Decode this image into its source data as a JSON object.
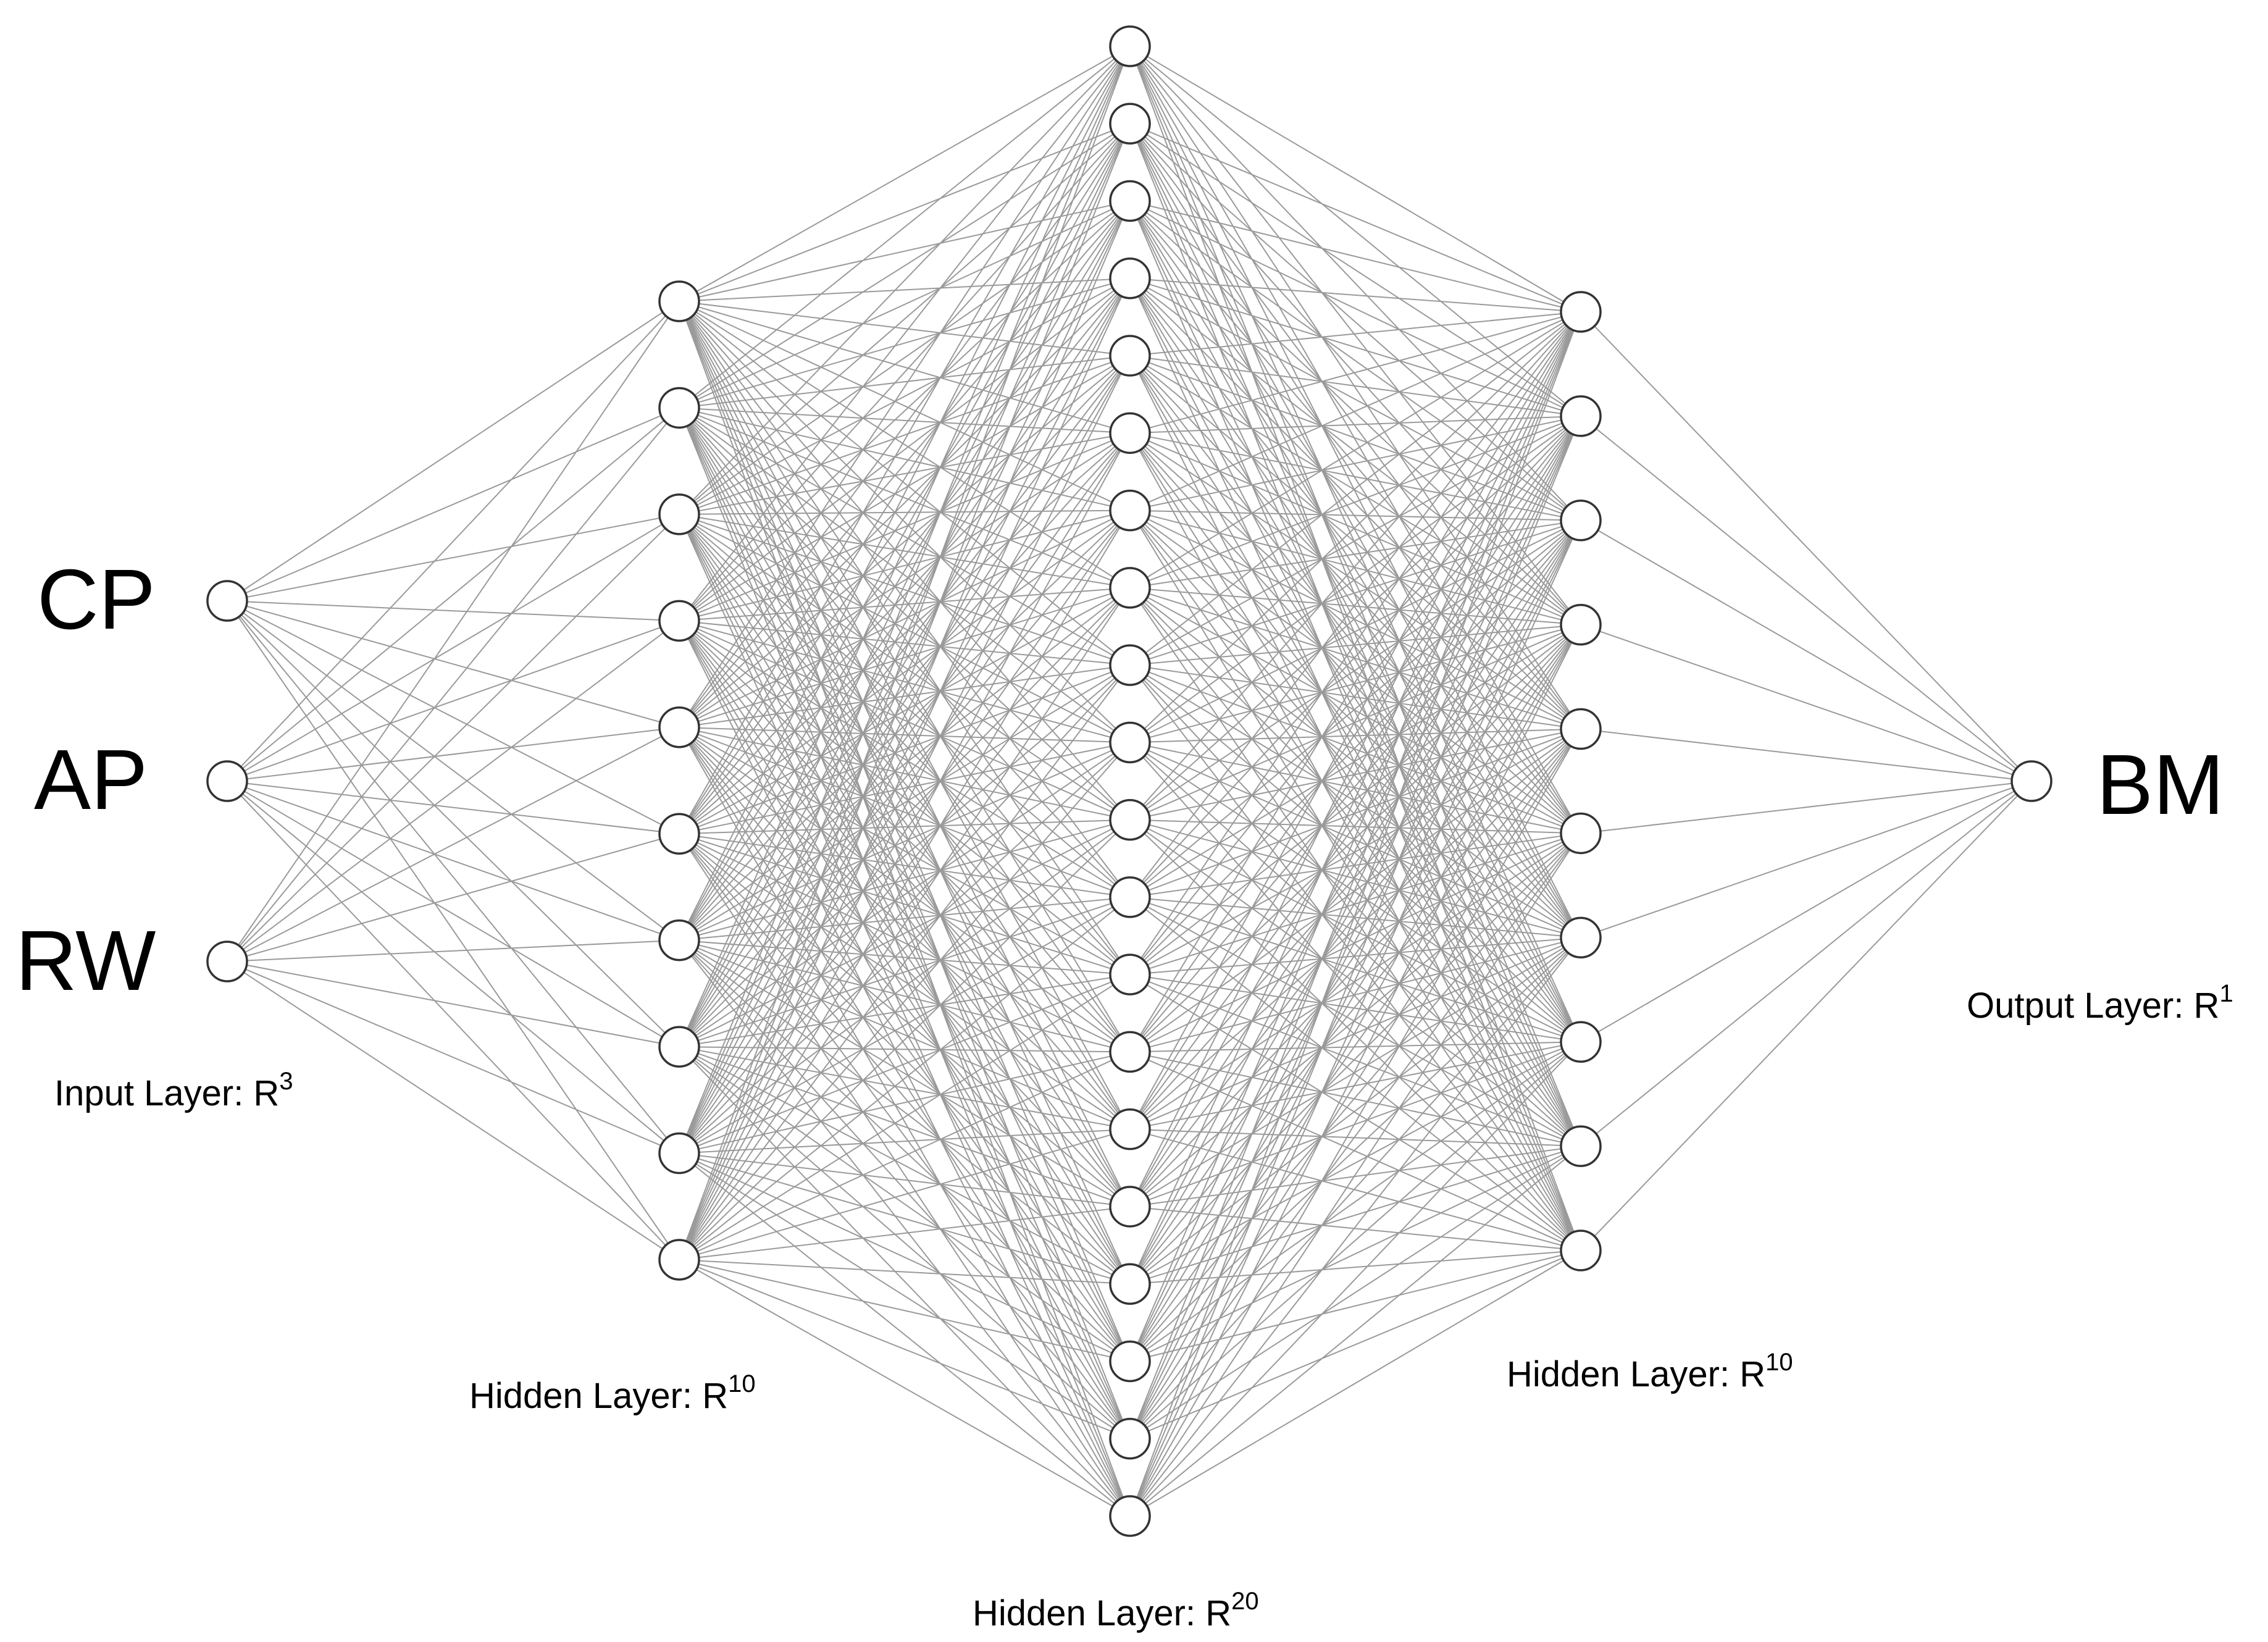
{
  "layers": [
    {
      "id": "input",
      "node_count": 3,
      "labels": [
        "CP",
        "AP",
        "RW"
      ],
      "caption": "Input Layer: R",
      "superscript": "3"
    },
    {
      "id": "hidden1",
      "node_count": 10,
      "caption": "Hidden Layer: R",
      "superscript": "10"
    },
    {
      "id": "hidden2",
      "node_count": 20,
      "caption": "Hidden Layer: R",
      "superscript": "20"
    },
    {
      "id": "hidden3",
      "node_count": 10,
      "caption": "Hidden Layer: R",
      "superscript": "10"
    },
    {
      "id": "output",
      "node_count": 1,
      "labels": [
        "BM"
      ],
      "caption": "Output Layer: R",
      "superscript": "1"
    }
  ],
  "colors": {
    "edge": "#9a9a9a",
    "node_stroke": "#333333",
    "node_fill": "#ffffff",
    "text": "#000000"
  }
}
